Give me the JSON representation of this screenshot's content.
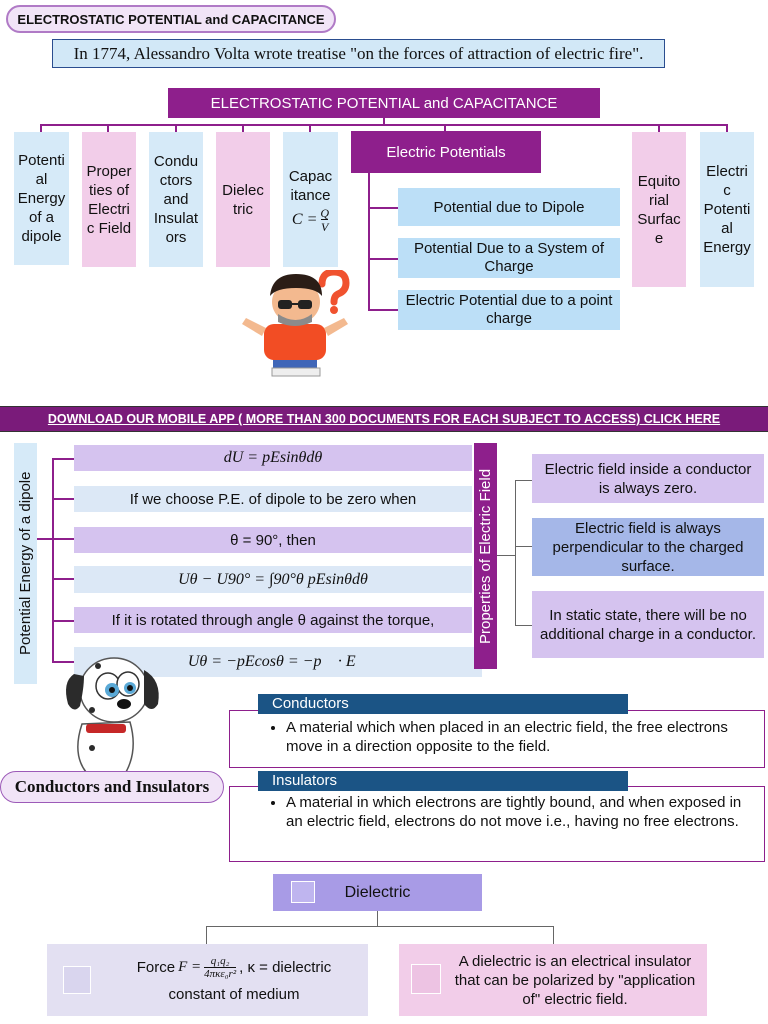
{
  "header": {
    "pill_title": "ELECTROSTATIC POTENTIAL and CAPACITANCE",
    "quote": "In 1774, Alessandro Volta wrote treatise \"on the forces of attraction of electric fire\"."
  },
  "mindmap": {
    "root": "ELECTROSTATIC POTENTIAL and CAPACITANCE",
    "branches": [
      "Potenti al Energy of a dipole",
      "Proper ties of Electri c Field",
      "Condu ctors and Insulat ors",
      "Dielec tric",
      "Capac itance"
    ],
    "capacitance_formula": "C = Q/V",
    "electric_potentials": {
      "title": "Electric Potentials",
      "items": [
        "Potential due to Dipole",
        "Potential Due to a System of Charge",
        "Electric Potential due to a point charge"
      ]
    },
    "right_branches": [
      "Equito rial Surfac e",
      "Electri c Potenti al Energy"
    ]
  },
  "banner": {
    "text": "DOWNLOAD OUR MOBILE APP ( MORE THAN 300 DOCUMENTS FOR EACH SUBJECT TO ACCESS) CLICK HERE"
  },
  "dipole": {
    "label": "Potential Energy of a dipole",
    "rows": [
      "dU = pEsinθdθ",
      "If we choose P.E. of dipole to be zero when",
      "θ = 90°, then",
      "Uθ − U90° = ∫90°θ pEsinθdθ",
      "If it is rotated through angle θ against the torque,",
      "Uθ = −pEcosθ = −p⃗ · E⃗"
    ]
  },
  "field": {
    "label": "Properties of Electric Field",
    "items": [
      "Electric field inside a conductor is always zero.",
      "Electric field is always perpendicular to the charged surface.",
      "In static state, there will be no additional charge in a conductor."
    ]
  },
  "conductors": {
    "side_label": "Conductors and Insulators",
    "conductor_title": "Conductors",
    "conductor_text": "A material which when placed in an electric field, the free electrons move in a direction opposite to the field.",
    "insulator_title": "Insulators",
    "insulator_text": "A material in which electrons are tightly bound, and when exposed in an electric field, electrons do not move i.e., having no free electrons."
  },
  "dielectric": {
    "title": "Dielectric",
    "force_prefix": "Force",
    "force_suffix": ", κ = dielectric",
    "force_line2": "constant of medium",
    "definition": "A dielectric is an electrical insulator that can be polarized by \"application of\" electric field."
  },
  "colors": {
    "purple": "#8e1f8c",
    "light_blue": "#d6eaf8",
    "light_pink": "#f2cde9",
    "light_purple": "#d5c3ef",
    "navy": "#1b5485"
  }
}
